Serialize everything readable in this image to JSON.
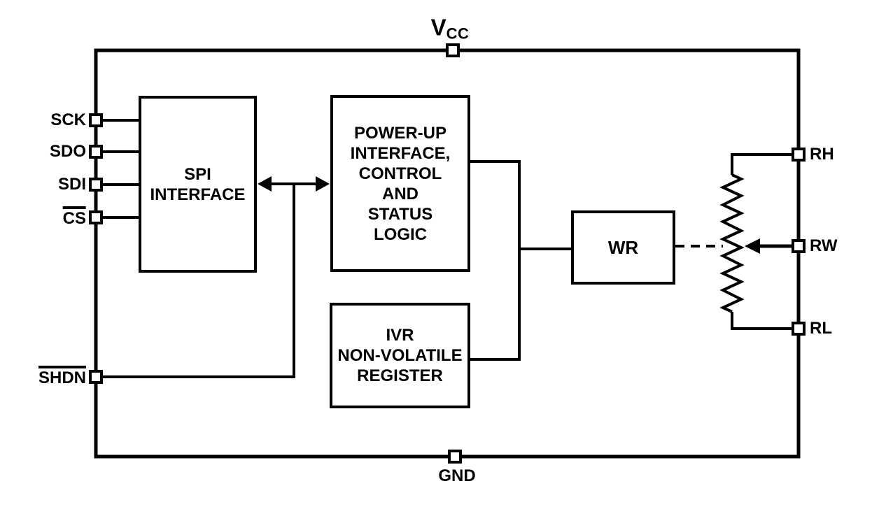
{
  "blocks": {
    "spi": "SPI\nINTERFACE",
    "power_up": "POWER-UP\nINTERFACE,\nCONTROL\nAND\nSTATUS\nLOGIC",
    "ivr": "IVR\nNON-VOLATILE\nREGISTER",
    "wr": "WR"
  },
  "pins": {
    "vcc": {
      "prefix": "V",
      "subscript": "CC"
    },
    "gnd": "GND",
    "left": [
      {
        "label": "SCK"
      },
      {
        "label": "SDO"
      },
      {
        "label": "SDI"
      },
      {
        "label": "CS"
      },
      {
        "label": "SHDN"
      }
    ],
    "right": [
      {
        "label": "RH"
      },
      {
        "label": "RW"
      },
      {
        "label": "RL"
      }
    ]
  },
  "colors": {
    "line": "#000000",
    "background": "#ffffff"
  }
}
